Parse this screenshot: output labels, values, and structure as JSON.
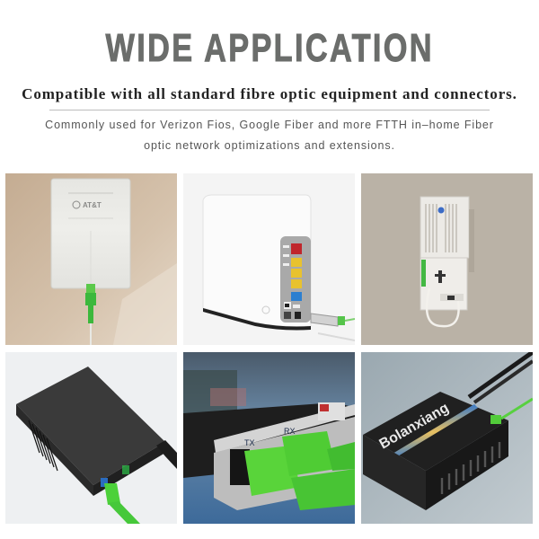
{
  "header": {
    "title": "WIDE APPLICATION",
    "subtitle": "Compatible with all standard fibre optic equipment and connectors.",
    "description_line1": "Commonly used for Verizon Fios, Google Fiber and more FTTH in–home Fiber",
    "description_line2": "optic network optimizations and extensions."
  },
  "colors": {
    "title": "#6b6d6b",
    "subtitle": "#222222",
    "body_text": "#555555",
    "divider": "#bdbdbd",
    "fiber_green": "#3cc23c"
  },
  "gallery": {
    "columns": 3,
    "rows": 2,
    "images": [
      {
        "id": "att-wall-box",
        "description": "White AT&T fiber wall box with green SC/APC connector plugged into bottom",
        "label": "AT&T"
      },
      {
        "id": "att-gateway-router",
        "description": "White AT&T gateway router rear panel with red, yellow and blue ports and fiber cable",
        "label": ""
      },
      {
        "id": "ont-wall-unit-open",
        "description": "White ONT unit mounted on wall with open fiber terminal box and looped white patch cable",
        "label": ""
      },
      {
        "id": "media-converter-black",
        "description": "Black media converter with green SC fiber connector and ethernet cable",
        "label": ""
      },
      {
        "id": "sfp-tx-rx-module",
        "description": "Close-up of fiber module with TX and RX ports and green SC connectors",
        "tx_label": "TX",
        "rx_label": "RX"
      },
      {
        "id": "bolanxiang-converter",
        "description": "Black Bolanxiang branded fiber media converter with green fiber cable",
        "brand": "Bolanxiang"
      }
    ]
  }
}
